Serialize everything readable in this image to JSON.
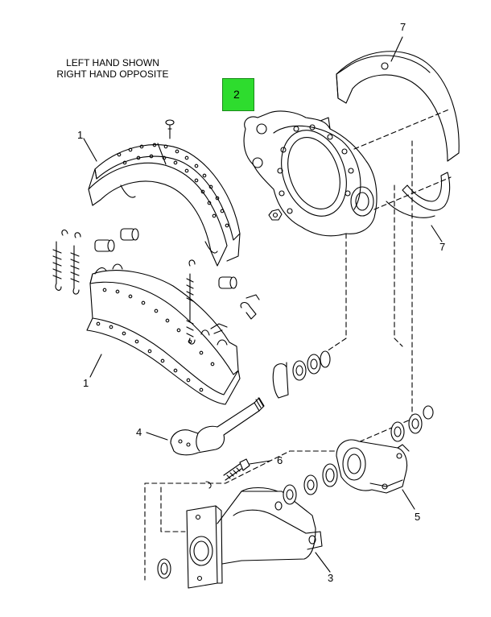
{
  "header": {
    "line1": "LEFT HAND SHOWN",
    "line2": "RIGHT HAND OPPOSITE"
  },
  "callouts": {
    "c1_top": "1",
    "c1_bottom": "1",
    "c2": "2",
    "c3": "3",
    "c4": "4",
    "c5": "5",
    "c6": "6",
    "c7_top": "7",
    "c7_right": "7"
  },
  "colors": {
    "highlight": "#2edc2e",
    "line": "#000000",
    "background": "#ffffff"
  }
}
